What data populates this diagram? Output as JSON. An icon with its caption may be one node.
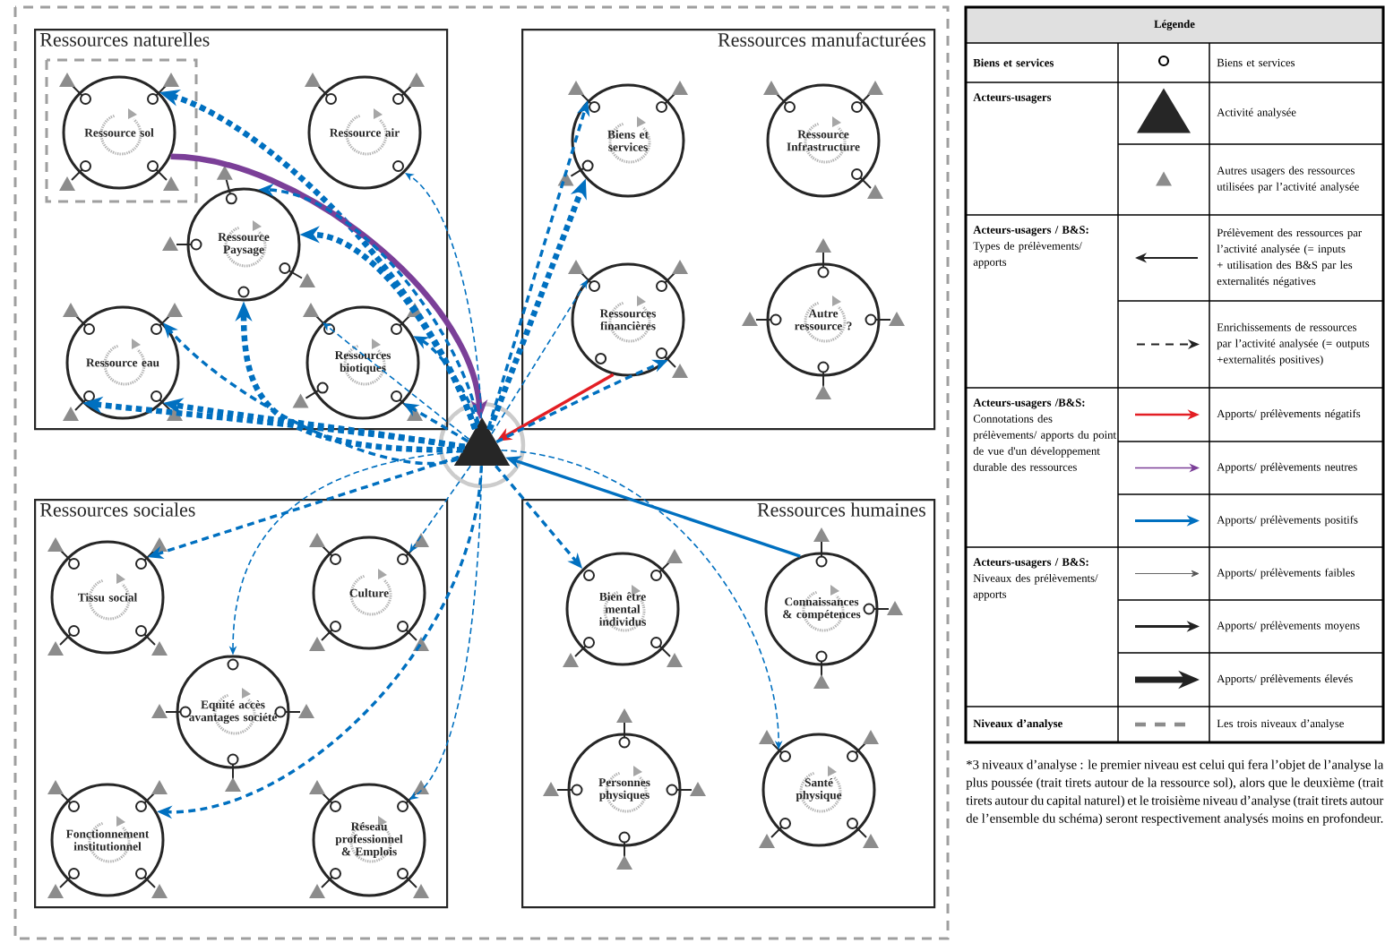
{
  "diagram": {
    "nodes": [
      {
        "text": [
          "Ressources naturelles"
        ]
      },
      {
        "text": [
          "Ressource sol"
        ],
        "in": 0
      },
      {
        "text": [
          "Ressource air"
        ],
        "in": 0
      },
      {
        "text": [
          "Ressource Paysage"
        ],
        "in": 0
      },
      {
        "text": [
          "Ressource eau"
        ],
        "in": 0
      },
      {
        "text": [
          "Ressources biotiques"
        ],
        "in": 0
      },
      {
        "text": [
          "Ressources manufacturées"
        ]
      },
      {
        "text": [
          "Biens et services"
        ],
        "in": 6
      },
      {
        "text": [
          "Ressource Infrastructure"
        ],
        "in": 6
      },
      {
        "text": [
          "Ressources financières"
        ],
        "in": 6
      },
      {
        "text": [
          "Autre ressource ?"
        ],
        "in": 6
      },
      {
        "text": [
          "Ressources sociales"
        ]
      },
      {
        "text": [
          "Tissu social"
        ],
        "in": 11
      },
      {
        "text": [
          "Culture"
        ],
        "in": 11
      },
      {
        "text": [
          "Equité accès avantages société"
        ],
        "in": 11
      },
      {
        "text": [
          "Fonctionnement institutionnel"
        ],
        "in": 11
      },
      {
        "text": [
          "Réseau professionnel & Emplois"
        ],
        "in": 11
      },
      {
        "text": [
          "Ressources humaines"
        ]
      },
      {
        "text": [
          "Bien être mental individus"
        ],
        "in": 17
      },
      {
        "text": [
          "Connaissances & compétences"
        ],
        "in": 17
      },
      {
        "text": [
          "Personnes physiques"
        ],
        "in": 17
      },
      {
        "text": [
          "Santé physique"
        ],
        "in": 17
      },
      {
        "text": [],
        "shape": "triangle"
      }
    ],
    "edges": [
      {
        "from": 22,
        "to": 1,
        "arrow": "to",
        "style": "dashed"
      },
      {
        "from": 1,
        "to": 22,
        "arrow": "to",
        "style": "thick",
        "color": "#7b3f98"
      },
      {
        "from": 22,
        "to": 2,
        "arrow": "to",
        "style": "dashed"
      },
      {
        "from": 22,
        "to": 3,
        "arrow": "to",
        "style": "dashed"
      },
      {
        "from": 22,
        "to": 3,
        "arrow": "to",
        "style": "dashed"
      },
      {
        "from": 22,
        "to": 3,
        "arrow": "to",
        "style": "dashed"
      },
      {
        "from": 22,
        "to": 4,
        "arrow": "to",
        "style": "dashed"
      },
      {
        "from": 22,
        "to": 4,
        "arrow": "to",
        "style": "dashed"
      },
      {
        "from": 22,
        "to": 4,
        "arrow": "to",
        "style": "dashed"
      },
      {
        "from": 22,
        "to": 5,
        "arrow": "to",
        "style": "dashed"
      },
      {
        "from": 22,
        "to": 5,
        "arrow": "to",
        "style": "dashed"
      },
      {
        "from": 22,
        "to": 5,
        "arrow": "to",
        "style": "dashed"
      },
      {
        "from": 22,
        "to": 7,
        "arrow": "to",
        "style": "dashed"
      },
      {
        "from": 22,
        "to": 7,
        "arrow": "to",
        "style": "dashed"
      },
      {
        "from": 22,
        "to": 9,
        "arrow": "to",
        "style": "dashed"
      },
      {
        "from": 9,
        "to": 22,
        "arrow": "to",
        "color": "#e31e24"
      },
      {
        "from": 22,
        "to": 9,
        "arrow": "to",
        "style": "dashed"
      },
      {
        "from": 22,
        "to": 12,
        "arrow": "to",
        "style": "dashed"
      },
      {
        "from": 22,
        "to": 13,
        "arrow": "to",
        "style": "dashed"
      },
      {
        "from": 22,
        "to": 14,
        "arrow": "to",
        "style": "dashed"
      },
      {
        "from": 22,
        "to": 15,
        "arrow": "to",
        "style": "dashed"
      },
      {
        "from": 22,
        "to": 16,
        "arrow": "to",
        "style": "dashed"
      },
      {
        "from": 22,
        "to": 18,
        "arrow": "to",
        "style": "dashed"
      },
      {
        "from": 19,
        "to": 22,
        "arrow": "to"
      },
      {
        "from": 22,
        "to": 21,
        "arrow": "to",
        "style": "dashed"
      }
    ],
    "labels": [
      "Légende",
      "Biens et services",
      "Acteurs-usagers",
      "**Acteurs-usagers / B&S:** Types de prélèvements/ apports",
      "**Acteurs-usagers /B&S:** Connotations des prélèvements/ apports du point de vue d'un développement durable des ressources",
      "**Acteurs-usagers / B&S:** Niveaux des prélèvements/ apports",
      "Niveaux d’analyse",
      "*3 niveaux d’analyse : le premier niveau est celui qui fera l’objet de l’analyse la plus poussée (trait tirets autour de la ressource sol), alors que le deuxième (trait tirets autour du capital naturel) et le troisième niveau d’analyse (trait tirets autour de l’ensemble du schéma) seront respectivement analysés moins en profondeur."
    ],
    "legend": [
      {
        "text": "Biens et services"
      },
      {
        "text": "Activité analysée"
      },
      {
        "text": "Autres usagers des ressources utilisées par l’activité analysée"
      },
      {
        "text": "Prélèvement des ressources par l’activité analysée (= inputs + utilisation des B&S par les externalités négatives"
      },
      {
        "text": "Enrichissements de ressources par l’activité analysée (= outputs +externalités positives)"
      },
      {
        "text": "Apports/ prélèvements négatifs"
      },
      {
        "text": "Apports/ prélèvements neutres"
      },
      {
        "text": "Apports/ prélèvements positifs"
      },
      {
        "text": "Apports/ prélèvements faibles"
      },
      {
        "text": "Apports/ prélèvements moyens"
      },
      {
        "text": "Apports/ prélèvements élevés"
      },
      {
        "text": "Les trois niveaux d’analyse"
      }
    ]
  }
}
